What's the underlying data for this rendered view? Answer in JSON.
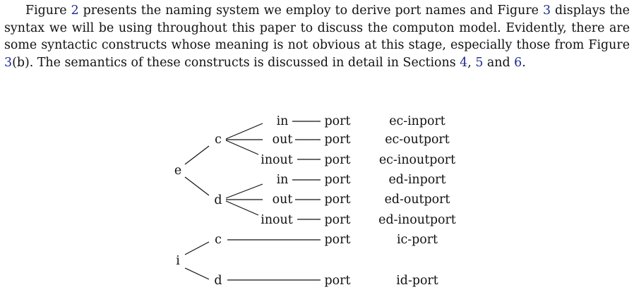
{
  "paragraph": {
    "seg1": "Figure ",
    "ref_fig2": "2",
    "seg2": " presents the naming system we employ to derive port names and Figure ",
    "ref_fig3": "3",
    "seg3": " displays the syntax we will be using throughout this paper to discuss the computon model. Evidently, there are some syntactic constructs whose meaning is not obvious at this stage, especially those from Figure ",
    "ref_fig3b": "3",
    "seg4": "(b). The semantics of these constructs is discussed in detail in Sections ",
    "ref_sec4": "4",
    "seg5": ", ",
    "ref_sec5": "5",
    "seg6": " and ",
    "ref_sec6": "6",
    "seg7": "."
  },
  "figure": {
    "roots": [
      {
        "label": "e",
        "children": [
          {
            "label": "c",
            "leaves": [
              {
                "kind": "in",
                "type": "port",
                "name": "ec-inport"
              },
              {
                "kind": "out",
                "type": "port",
                "name": "ec-outport"
              },
              {
                "kind": "inout",
                "type": "port",
                "name": "ec-inoutport"
              }
            ]
          },
          {
            "label": "d",
            "leaves": [
              {
                "kind": "in",
                "type": "port",
                "name": "ed-inport"
              },
              {
                "kind": "out",
                "type": "port",
                "name": "ed-outport"
              },
              {
                "kind": "inout",
                "type": "port",
                "name": "ed-inoutport"
              }
            ]
          }
        ]
      },
      {
        "label": "i",
        "children": [
          {
            "label": "c",
            "type": "port",
            "name": "ic-port"
          },
          {
            "label": "d",
            "type": "port",
            "name": "id-port"
          }
        ]
      }
    ]
  }
}
